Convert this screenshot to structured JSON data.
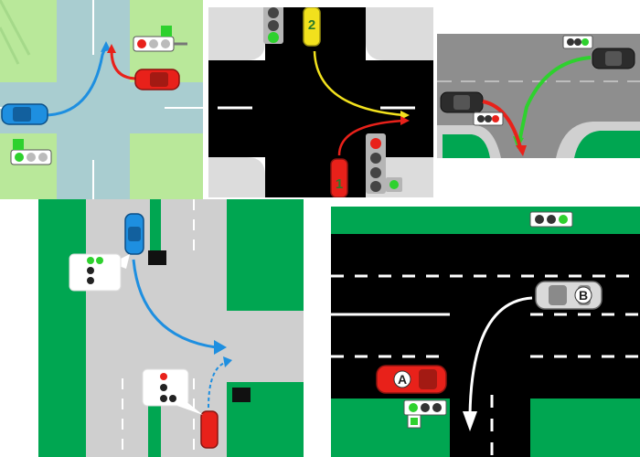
{
  "panel2": {
    "label_top": "2",
    "label_bottom": "1"
  },
  "panel5": {
    "car_a": "A",
    "car_b": "B"
  },
  "colors": {
    "grass": "#b9e89a",
    "road_light": "#a9cdd0",
    "road_grey": "#c8c8c8",
    "road_black": "#000000",
    "green_block": "#00a651",
    "arrow_blue": "#1e8fe0",
    "arrow_red": "#e8211a",
    "arrow_green": "#2ed12e",
    "arrow_yellow": "#f2e11d"
  }
}
